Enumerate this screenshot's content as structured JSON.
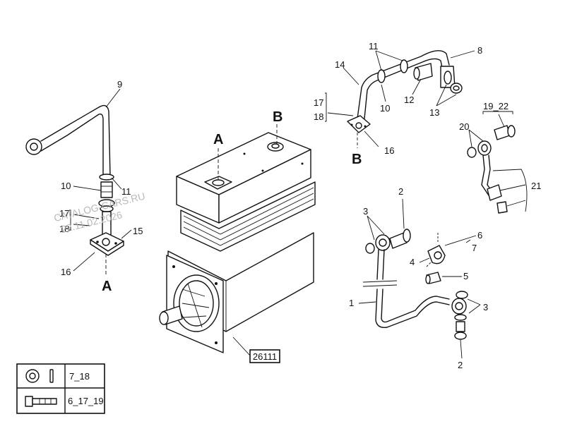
{
  "callouts": {
    "c1": "1",
    "c2a": "2",
    "c2b": "2",
    "c3a": "3",
    "c3b": "3",
    "c4": "4",
    "c5": "5",
    "c6": "6",
    "c7": "7",
    "c8": "8",
    "c9": "9",
    "c10a": "10",
    "c10b": "10",
    "c11a": "11",
    "c11b": "11",
    "c12": "12",
    "c13": "13",
    "c14": "14",
    "c15": "15",
    "c16a": "16",
    "c16b": "16",
    "c17a": "17",
    "c17b": "17",
    "c18a": "18",
    "c18b": "18",
    "c19_22": "19_22",
    "c20": "20",
    "c21": "21"
  },
  "view_markers": {
    "a_left": "A",
    "a_center": "A",
    "b_center": "B",
    "b_right": "B"
  },
  "assembly_number": "26111",
  "watermark": {
    "line1": "CATALOG-CARS.RU",
    "line2": "22.11.02.2026"
  },
  "legend": {
    "rows": [
      {
        "icons": [
          "washer-icon",
          "pin-icon"
        ],
        "ref": "7_18"
      },
      {
        "icons": [
          "bolt-icon"
        ],
        "ref": "6_17_19"
      }
    ]
  }
}
